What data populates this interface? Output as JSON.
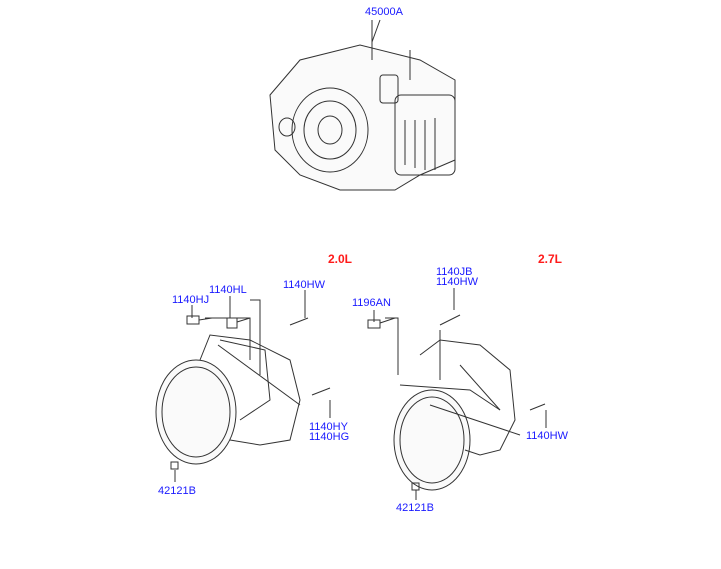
{
  "main_assembly": {
    "part_number": "45000A"
  },
  "variants": [
    {
      "engine_label": "2.0L",
      "parts": [
        "1140HJ",
        "1140HL",
        "1140HW",
        "1140HY",
        "1140HG",
        "42121B"
      ]
    },
    {
      "engine_label": "2.7L",
      "parts": [
        "1196AN",
        "1140JB",
        "1140HW",
        "1140HW",
        "42121B"
      ]
    }
  ],
  "colors": {
    "label": "#1a1aff",
    "variant": "#ff1a1a",
    "line": "#333333"
  }
}
